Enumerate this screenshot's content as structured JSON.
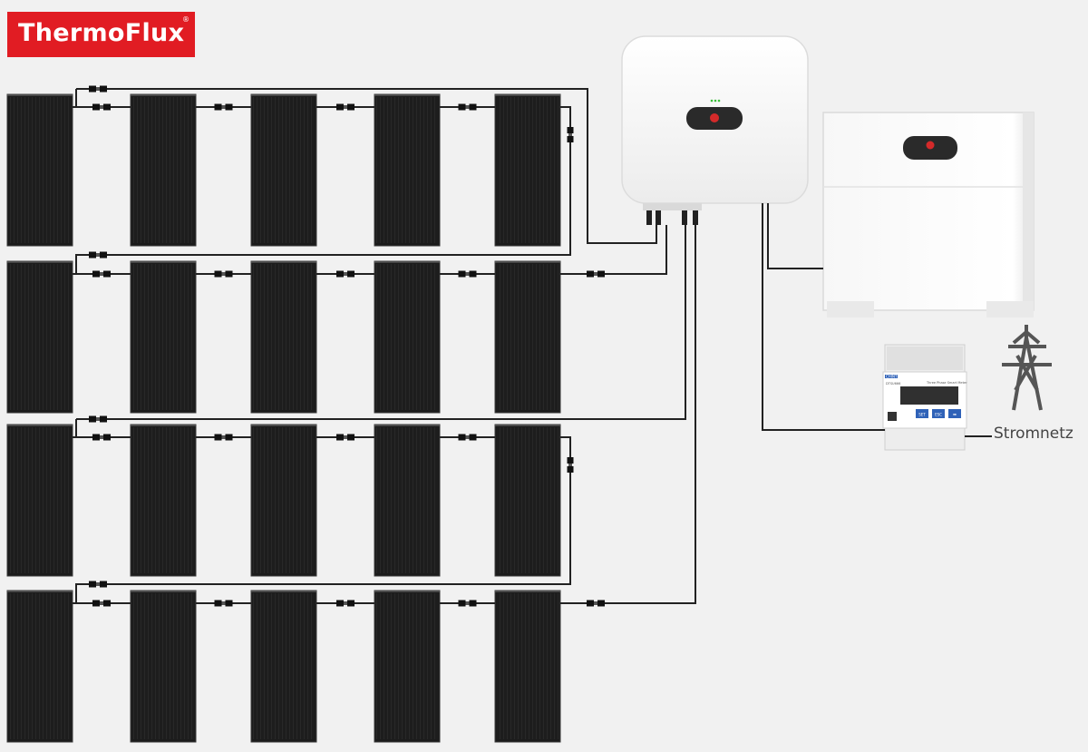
{
  "brand": {
    "name": "ThermoFlux",
    "registered_mark": "®",
    "color": "#e11c23"
  },
  "grid": {
    "label": "Stromnetz"
  },
  "panels": {
    "rows": 4,
    "per_row": 5,
    "color": "#1b1b1b"
  },
  "inverter": {
    "color": "#ffffff"
  },
  "battery": {
    "color": "#ffffff"
  },
  "smart_meter": {
    "brand": "CHINT",
    "title": "Three Phase Smart Meter",
    "model": "DTSU666",
    "buttons": [
      "SET",
      "ESC",
      "➡"
    ]
  },
  "icons": {
    "grid": "power-pylon-icon",
    "connector": "mc4-connector-icon"
  }
}
